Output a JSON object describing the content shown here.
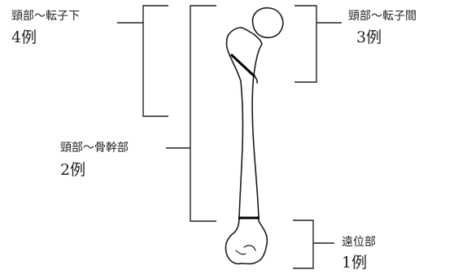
{
  "annotations": {
    "neck_subtrochanteric": {
      "region": "頸部～転子下",
      "count": "4例"
    },
    "neck_intertrochanteric": {
      "region": "頸部～転子間",
      "count": "3例"
    },
    "neck_diaphysis": {
      "region": "頸部～骨幹部",
      "count": "2例"
    },
    "distal": {
      "region": "遠位部",
      "count": "1例"
    }
  }
}
